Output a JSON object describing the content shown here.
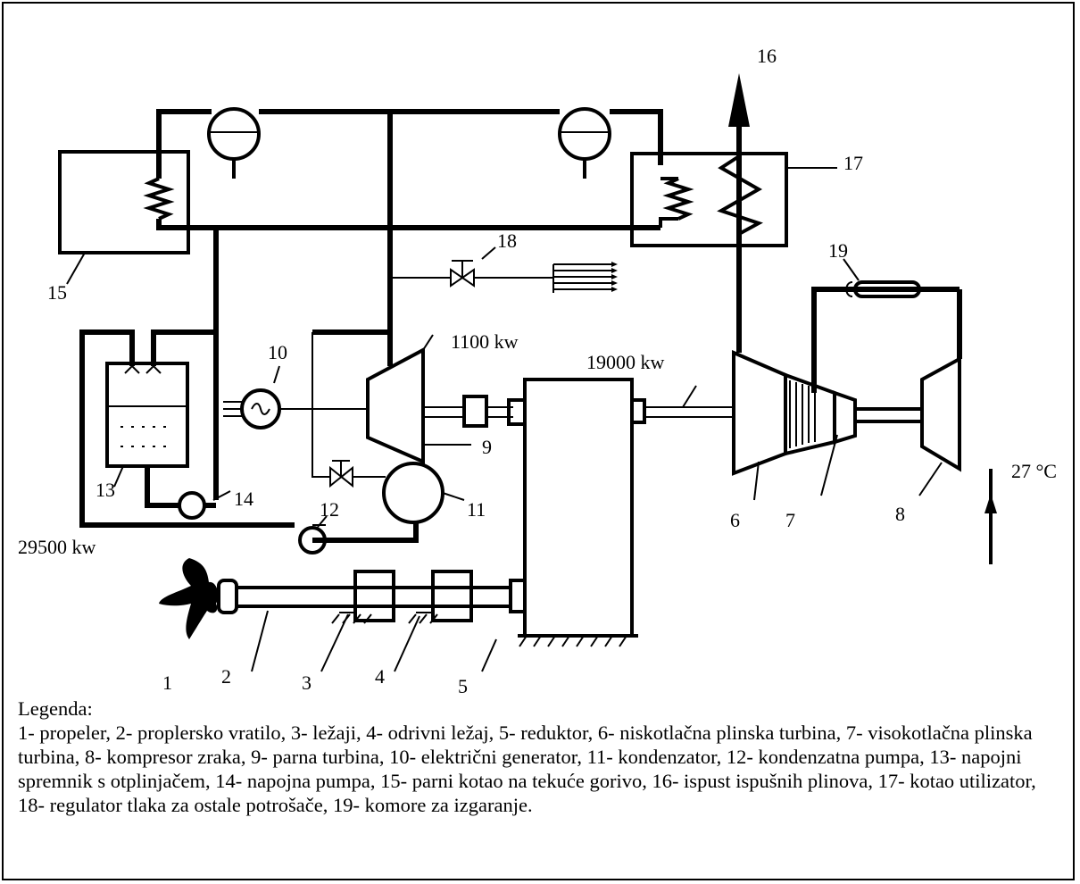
{
  "labels": {
    "n1": "1",
    "n2": "2",
    "n3": "3",
    "n4": "4",
    "n5": "5",
    "n6": "6",
    "n7": "7",
    "n8": "8",
    "n9": "9",
    "n10": "10",
    "n11": "11",
    "n12": "12",
    "n13": "13",
    "n14": "14",
    "n15": "15",
    "n16": "16",
    "n17": "17",
    "n18": "18",
    "n19": "19",
    "power_29500": "29500 kw",
    "power_1100": "1100 kw",
    "power_19000": "19000 kw",
    "temp_27": "27 °C"
  },
  "legend": {
    "title": "Legenda:",
    "text": "1- propeler, 2- proplersko vratilo, 3- ležaji, 4- odrivni ležaj, 5- reduktor, 6- niskotlačna plinska turbina, 7- visokotlačna plinska turbina, 8- kompresor zraka, 9- parna turbina, 10- električni generator, 11- kondenzator, 12- kondenzatna pumpa, 13- napojni spremnik s otplinjačem, 14- napojna pumpa, 15- parni kotao na tekuće gorivo, 16- ispust ispušnih plinova, 17- kotao utilizator, 18- regulator tlaka za ostale potrošače, 19- komore za izgaranje."
  }
}
